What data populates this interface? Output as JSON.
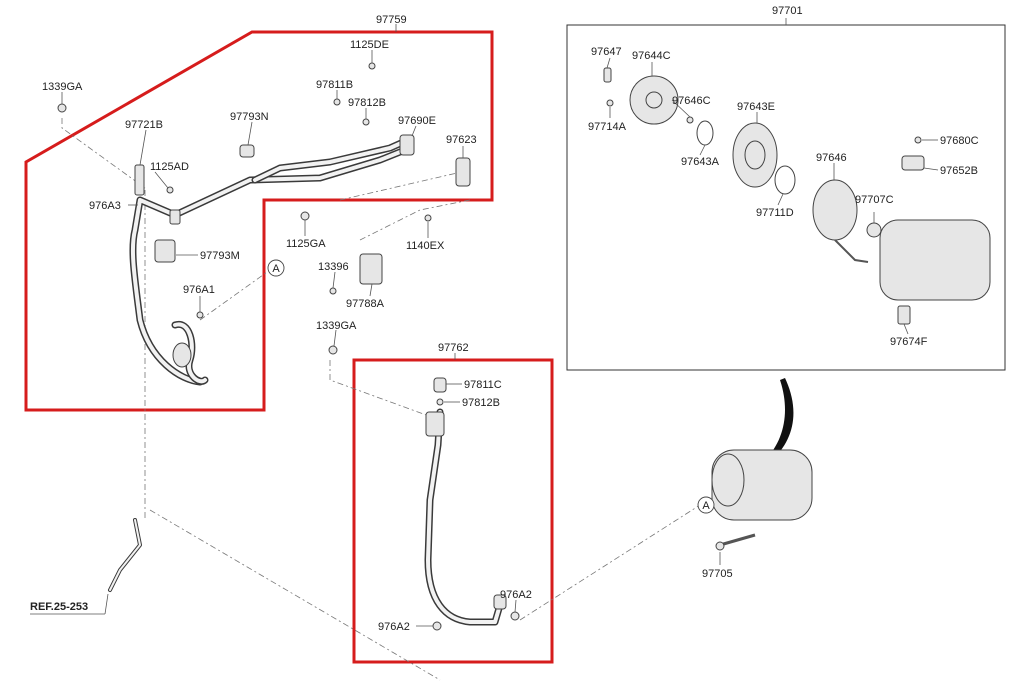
{
  "labels": {
    "p97759": "97759",
    "p1125DE": "1125DE",
    "p1339GA_top": "1339GA",
    "p97811B": "97811B",
    "p97812B_top": "97812B",
    "p97793N": "97793N",
    "p97690E": "97690E",
    "p97721B": "97721B",
    "p97623": "97623",
    "p1125AD": "1125AD",
    "p976A3": "976A3",
    "p1125GA": "1125GA",
    "p1140EX": "1140EX",
    "p97793M": "97793M",
    "p13396": "13396",
    "p976A1": "976A1",
    "p97788A": "97788A",
    "p1339GA_mid": "1339GA",
    "p97762": "97762",
    "p97811C": "97811C",
    "p97812B_low": "97812B",
    "p976A2_right": "976A2",
    "p976A2_left": "976A2",
    "p97701": "97701",
    "p97647": "97647",
    "p97644C": "97644C",
    "p97646C": "97646C",
    "p97714A": "97714A",
    "p97643E": "97643E",
    "p97643A": "97643A",
    "p97680C": "97680C",
    "p97646": "97646",
    "p97652B": "97652B",
    "p97711D": "97711D",
    "p97707C": "97707C",
    "p97674F": "97674F",
    "p97705": "97705",
    "ref": "REF.25-253",
    "circleA1": "A",
    "circleA2": "A"
  }
}
